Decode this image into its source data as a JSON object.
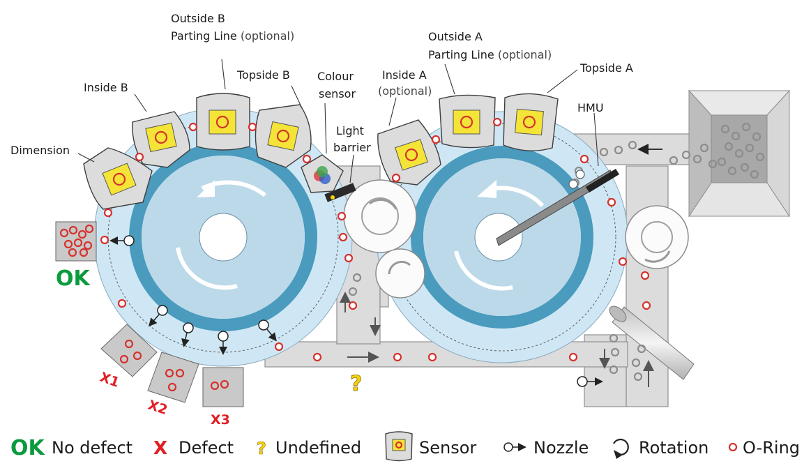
{
  "labels": {
    "outside_b": "Outside B",
    "parting_b": "Parting Line",
    "optional": "(optional)",
    "inside_b": "Inside B",
    "topside_b": "Topside B",
    "colour": "Colour",
    "sensor": "sensor",
    "light": "Light",
    "barrier": "barrier",
    "inside_a": "Inside A",
    "outside_a": "Outside A",
    "parting_a": "Parting Line",
    "topside_a": "Topside A",
    "hmu": "HMU",
    "dimension": "Dimension"
  },
  "bins": {
    "ok": "OK",
    "x1": "X1",
    "x2": "X2",
    "x3": "X3",
    "undefined_mark": "?"
  },
  "legend": {
    "ok_mark": "OK",
    "ok_text": "No defect",
    "x_mark": "X",
    "x_text": "Defect",
    "q_mark": "?",
    "q_text": "Undefined",
    "sensor_text": "Sensor",
    "nozzle_text": "Nozzle",
    "rotation_text": "Rotation",
    "oring_text": "O-Ring"
  },
  "colors": {
    "disc_light": "#cfe7f5",
    "disc_ring": "#4a9bbd",
    "oring": "#d6322d",
    "ok_green": "#0b9a3e",
    "defect_red": "#e31e24",
    "undefined_yellow": "#f5d10a"
  }
}
